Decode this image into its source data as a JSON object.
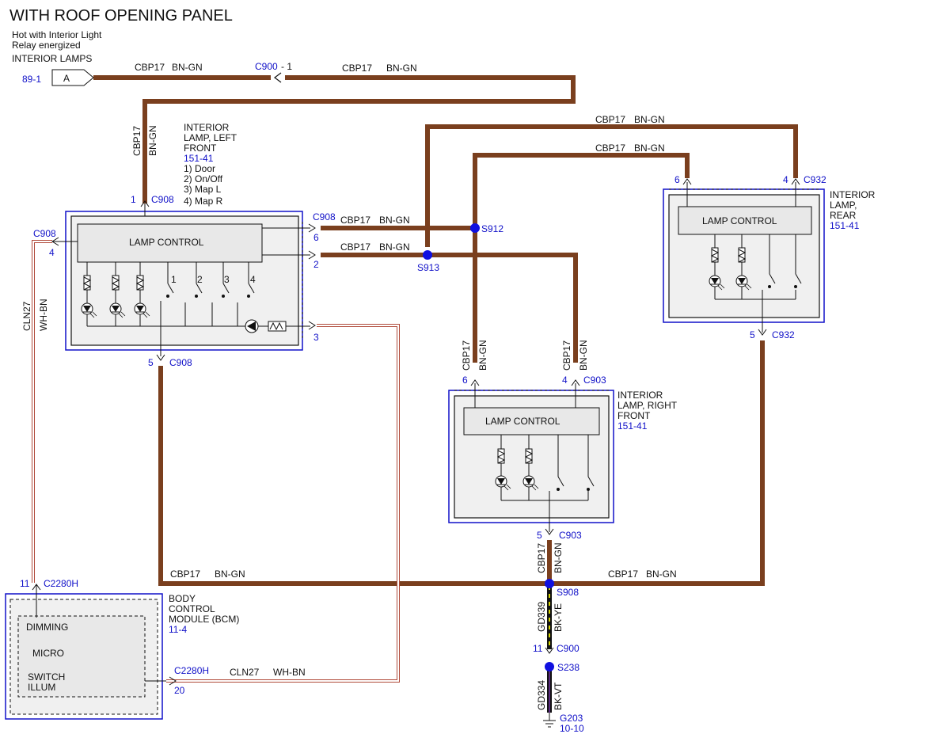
{
  "title": "WITH ROOF OPENING PANEL",
  "source_note": {
    "line1": "Hot with Interior Light",
    "line2": "Relay energized",
    "line3": "INTERIOR LAMPS",
    "ref": "89-1",
    "connector_letter": "A"
  },
  "circuits": {
    "cbp17": "CBP17",
    "bn_gn": "BN-GN",
    "cln27": "CLN27",
    "wh_bn": "WH-BN",
    "gd339": "GD339",
    "bk_ye": "BK-YE",
    "gd334": "GD334",
    "bk_vt": "BK-VT"
  },
  "connectors": {
    "c900": "C900",
    "c900_pin_top": "- 1",
    "c900_pin_bottom": "11",
    "c908": "C908",
    "c932": "C932",
    "c903": "C903",
    "c2280h": "C2280H",
    "pin1": "1",
    "pin2": "2",
    "pin3": "3",
    "pin4": "4",
    "pin5": "5",
    "pin6": "6",
    "pin11": "11",
    "pin20": "20"
  },
  "splices": {
    "s912": "S912",
    "s913": "S913",
    "s908": "S908",
    "s238": "S238"
  },
  "ground": {
    "name": "G203",
    "ref": "10-10"
  },
  "left_front_lamp": {
    "name_line1": "INTERIOR",
    "name_line2": "LAMP, LEFT",
    "name_line3": "FRONT",
    "ref": "151-41",
    "switch1": "1) Door",
    "switch2": "2) On/Off",
    "switch3": "3) Map L",
    "switch4": "4) Map R",
    "control": "LAMP CONTROL",
    "sw_labels": [
      "1",
      "2",
      "3",
      "4"
    ]
  },
  "rear_lamp": {
    "name_line1": "INTERIOR",
    "name_line2": "LAMP,",
    "name_line3": "REAR",
    "ref": "151-41",
    "control": "LAMP CONTROL"
  },
  "right_front_lamp": {
    "name_line1": "INTERIOR",
    "name_line2": "LAMP, RIGHT",
    "name_line3": "FRONT",
    "ref": "151-41",
    "control": "LAMP CONTROL"
  },
  "bcm": {
    "name_line1": "BODY",
    "name_line2": "CONTROL",
    "name_line3": "MODULE (BCM)",
    "ref": "11-4",
    "dimming": "DIMMING",
    "micro": "MICRO",
    "switch": "SWITCH",
    "illum": "ILLUM"
  },
  "colors": {
    "wire_bn_gn": "#7a3f1e",
    "wire_wh_bn": "#b04a3a",
    "module_border": "#1010c8",
    "reference_text": "#1010c8",
    "splice_dot": "#1010e0",
    "wire_bk_ye": "#d8d800",
    "wire_bk_vt": "#5a2a80"
  }
}
